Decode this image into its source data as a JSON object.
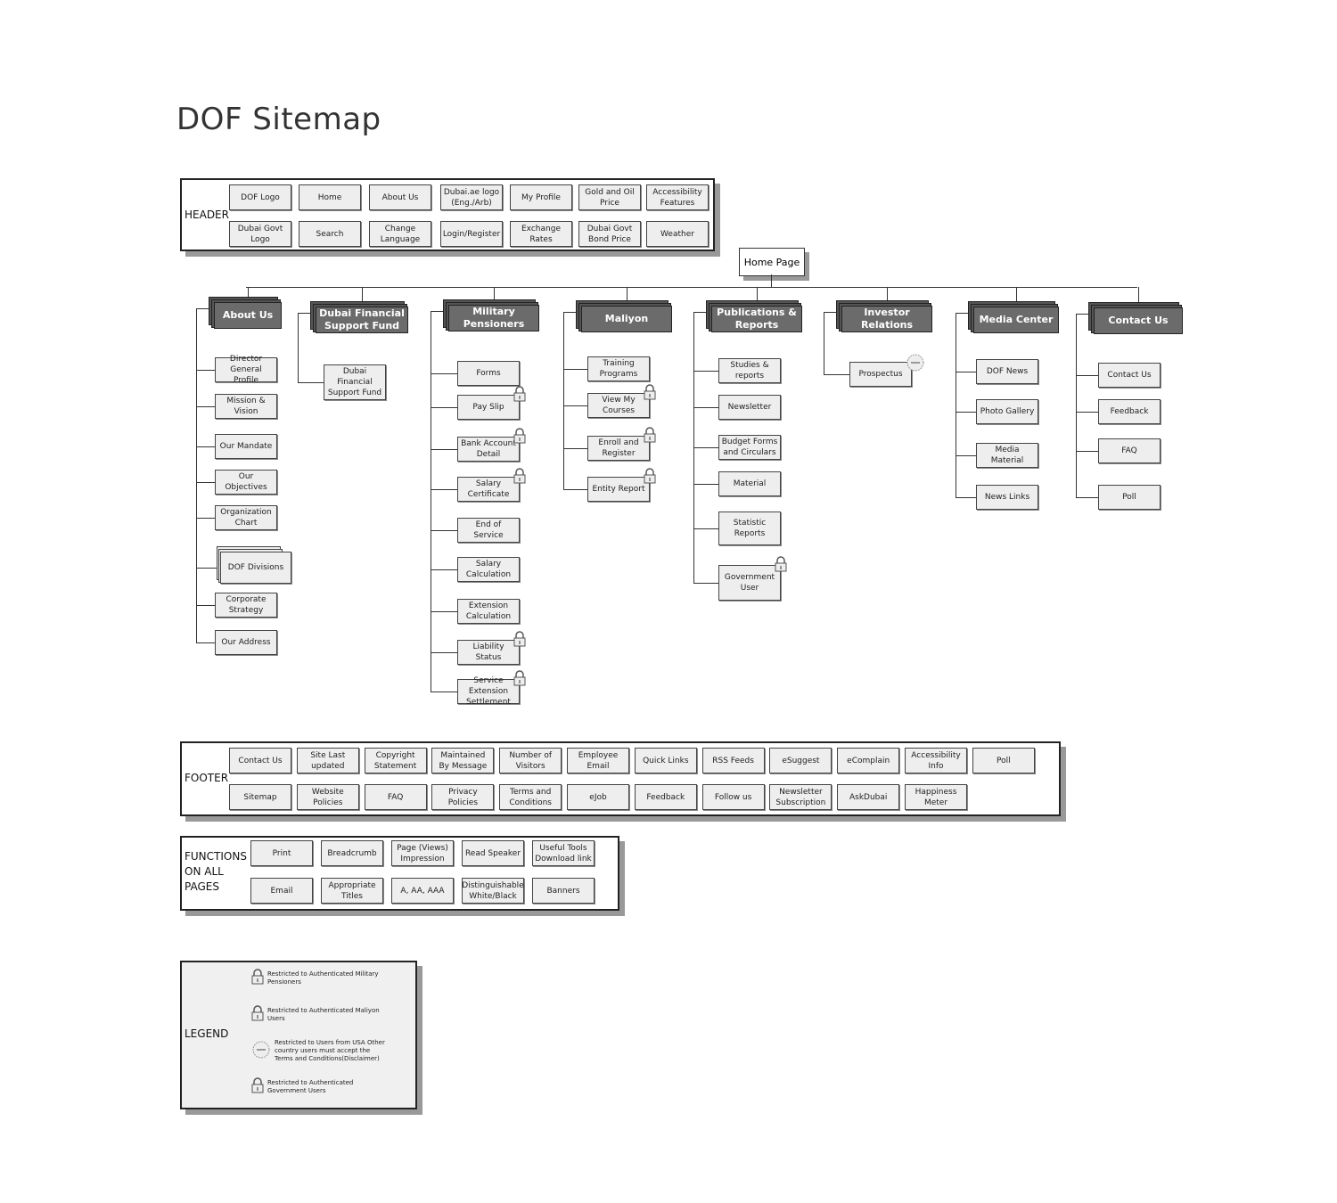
{
  "title": "DOF Sitemap",
  "header": {
    "label": "HEADER",
    "rows": [
      [
        "DOF Logo",
        "Home",
        "About Us",
        "Dubai.ae logo (Eng./Arb)",
        "My Profile",
        "Gold and Oil Price",
        "Accessibility Features"
      ],
      [
        "Dubai Govt Logo",
        "Search",
        "Change Language",
        "Login/Register",
        "Exchange Rates",
        "Dubai Govt Bond Price",
        "Weather"
      ]
    ]
  },
  "home": "Home Page",
  "sections": [
    {
      "label": "About Us",
      "children": [
        {
          "label": "Director General Profile"
        },
        {
          "label": "Mission & Vision"
        },
        {
          "label": "Our Mandate"
        },
        {
          "label": "Our Objectives"
        },
        {
          "label": "Organization Chart"
        },
        {
          "label": "DOF Divisions",
          "stack": true
        },
        {
          "label": "Corporate Strategy"
        },
        {
          "label": "Our Address"
        }
      ]
    },
    {
      "label": "Dubai Financial Support Fund",
      "children": [
        {
          "label": "Dubai Financial Support Fund"
        }
      ]
    },
    {
      "label": "Military Pensioners",
      "children": [
        {
          "label": "Forms"
        },
        {
          "label": "Pay Slip",
          "icon": "lock"
        },
        {
          "label": "Bank Account Detail",
          "icon": "lock"
        },
        {
          "label": "Salary Certificate",
          "icon": "lock"
        },
        {
          "label": "End of Service"
        },
        {
          "label": "Salary Calculation"
        },
        {
          "label": "Extension Calculation"
        },
        {
          "label": "Liability Status",
          "icon": "lock"
        },
        {
          "label": "Service Extension Settlement",
          "icon": "lock"
        }
      ]
    },
    {
      "label": "Maliyon",
      "children": [
        {
          "label": "Training Programs"
        },
        {
          "label": "View My Courses",
          "icon": "lock"
        },
        {
          "label": "Enroll and Register",
          "icon": "lock"
        },
        {
          "label": "Entity Report",
          "icon": "lock"
        }
      ]
    },
    {
      "label": "Publications & Reports",
      "children": [
        {
          "label": "Studies & reports"
        },
        {
          "label": "Newsletter"
        },
        {
          "label": "Budget Forms and Circulars"
        },
        {
          "label": "Material"
        },
        {
          "label": "Statistic Reports"
        },
        {
          "label": "Government User",
          "icon": "lock"
        }
      ]
    },
    {
      "label": "Investor Relations",
      "children": [
        {
          "label": "Prospectus",
          "icon": "usa"
        }
      ]
    },
    {
      "label": "Media Center",
      "children": [
        {
          "label": "DOF News"
        },
        {
          "label": "Photo Gallery"
        },
        {
          "label": "Media Material"
        },
        {
          "label": "News Links"
        }
      ]
    },
    {
      "label": "Contact Us",
      "children": [
        {
          "label": "Contact Us"
        },
        {
          "label": "Feedback"
        },
        {
          "label": "FAQ"
        },
        {
          "label": "Poll"
        }
      ]
    }
  ],
  "footer": {
    "label": "FOOTER",
    "rows": [
      [
        "Contact Us",
        "Site Last updated",
        "Copyright Statement",
        "Maintained By Message",
        "Number of Visitors",
        "Employee Email",
        "Quick Links",
        "RSS Feeds",
        "eSuggest",
        "eComplain",
        "Accessibility Info",
        "Poll"
      ],
      [
        "Sitemap",
        "Website Policies",
        "FAQ",
        "Privacy Policies",
        "Terms and Conditions",
        "eJob",
        "Feedback",
        "Follow us",
        "Newsletter Subscription",
        "AskDubai",
        "Happiness Meter"
      ]
    ]
  },
  "functions": {
    "label": "FUNCTIONS ON ALL PAGES",
    "rows": [
      [
        "Print",
        "Breadcrumb",
        "Page (Views) Impression",
        "Read Speaker",
        "Useful Tools Download link"
      ],
      [
        "Email",
        "Appropriate Titles",
        "A, AA, AAA",
        "Distinguishable White/Black",
        "Banners"
      ]
    ]
  },
  "legend": {
    "label": "LEGEND",
    "items": [
      {
        "icon": "lock",
        "text": "Restricted to Authenticated Military Pensioners"
      },
      {
        "icon": "lock",
        "text": "Restricted to Authenticated Maliyon Users"
      },
      {
        "icon": "usa",
        "text": "Restricted to Users from USA Other country users must accept the Terms and Conditions(Disclaimer)"
      },
      {
        "icon": "lock",
        "text": "Restricted to Authenticated Government Users"
      }
    ]
  }
}
